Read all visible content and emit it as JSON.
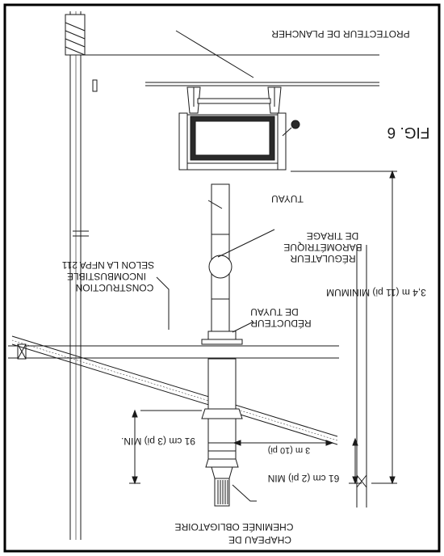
{
  "figure": {
    "fig_label": "FIG. 6",
    "orientation": "rotated-180",
    "labels": {
      "floor_protector": "PROTECTEUR DE PLANCHER",
      "pipe": "TUYAU",
      "barometric_damper_lines": [
        "RÉGULATEUR",
        "BAROMÉTRIQUE",
        "DE TIRAGE"
      ],
      "noncombustible_lines": [
        "CONSTRUCTION",
        "INCOMBUSTIBLE",
        "SELON LA NFPA 211"
      ],
      "pipe_reducer_lines": [
        "RÉDUCTEUR",
        "DE TUYAU"
      ],
      "min_height_lines": [
        "3,4 m (11 pi) MINIMUM"
      ],
      "cap_clearance": "91 cm (3 pi) MIN.",
      "roof_clearance": "61 cm (2 pi) MIN",
      "horizontal_clearance": "3 m (10 pi)",
      "chimney_cap_lines": [
        "CHAPEAU DE",
        "CHEMINÉE OBLIGATOIRE"
      ]
    },
    "colors": {
      "line": "#1a1a1a",
      "background": "#ffffff",
      "border": "#000000"
    }
  }
}
